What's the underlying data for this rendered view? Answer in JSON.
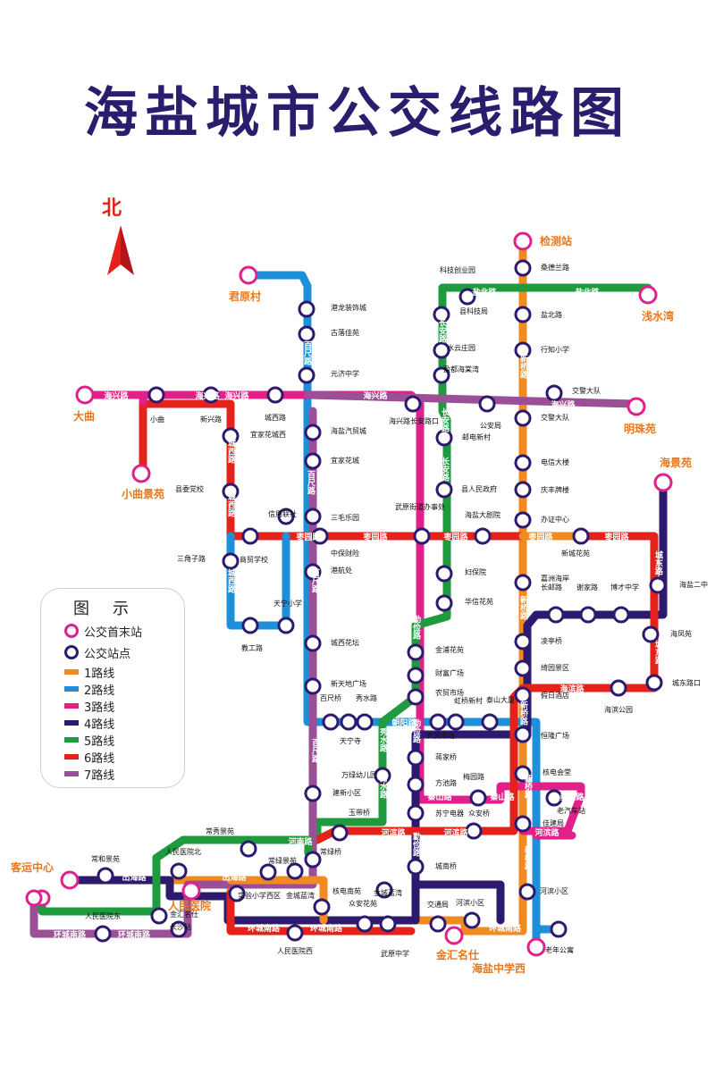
{
  "title": "海盐城市公交线路图",
  "north": "北",
  "legend": {
    "title": "图示",
    "terminal": "公交首末站",
    "stop": "公交站点",
    "lines": [
      {
        "label": "1路线",
        "color": "#f08a21"
      },
      {
        "label": "2路线",
        "color": "#1e90d8"
      },
      {
        "label": "3路线",
        "color": "#e0218a"
      },
      {
        "label": "4路线",
        "color": "#2d1a6e"
      },
      {
        "label": "5路线",
        "color": "#1f9a3e"
      },
      {
        "label": "6路线",
        "color": "#e3231b"
      },
      {
        "label": "7路线",
        "color": "#9b4f96"
      }
    ]
  },
  "colors": {
    "line1": "#f08a21",
    "line2": "#1e90d8",
    "line3": "#e0218a",
    "line4": "#2d1a6e",
    "line5": "#1f9a3e",
    "line6": "#e3231b",
    "line7": "#9b4f96",
    "terminal": "#e0218a",
    "stop": "#2d1a6e",
    "title": "#2a1d6e",
    "north": "#e2231a",
    "terminal_label": "#e8781e"
  },
  "map": {
    "terminals": [
      "检测站",
      "君原村",
      "浅水湾",
      "大曲",
      "明珠苑",
      "小曲景苑",
      "海景苑",
      "客运中心",
      "人民医院",
      "金汇名仕",
      "海盐中学西"
    ],
    "road_labels": [
      "盐北路",
      "盐北路",
      "长安路",
      "新桥路",
      "海兴路",
      "海兴路",
      "海兴路",
      "海兴路",
      "海兴路",
      "百尺路",
      "百尺路",
      "百尺路",
      "百尺路",
      "城西路",
      "城西路",
      "城西路",
      "长安路",
      "长安路",
      "枣园路",
      "枣园路",
      "枣园路",
      "枣园路",
      "枣园路",
      "城东路",
      "城东路",
      "勤俭路",
      "勤俭路",
      "勤俭路",
      "朝阳路",
      "秀水路",
      "秀水路",
      "海滨路",
      "新桥路",
      "新桥路",
      "新桥路",
      "新桥路",
      "秦山路",
      "秦山路",
      "秦山路",
      "河滨路",
      "河滨路",
      "河滨路",
      "出海路",
      "出海路",
      "环城南路",
      "环城南路",
      "环城南路",
      "环城南路",
      "环城南路",
      "河南路"
    ],
    "stop_labels": [
      "科技创业园",
      "县科技局",
      "水云庄园",
      "盈都海棠湾",
      "桑德兰路",
      "盐北路",
      "行知小学",
      "港龙装饰城",
      "古落佳苑",
      "元济中学",
      "交警大队",
      "交警大队",
      "小曲",
      "新兴路",
      "城西路",
      "海兴路长安路口",
      "公安局",
      "海盐汽贸城",
      "邮电新村",
      "宜家花城西",
      "宜家花城",
      "电信大楼",
      "县委党校",
      "县人民政府",
      "庆丰牌楼",
      "信用联社",
      "三毛乐园",
      "武原街道办事处",
      "海盐大剧院",
      "办证中心",
      "三角子路",
      "商贸学校",
      "中保财险",
      "新城花苑",
      "港航处",
      "妇保院",
      "嘉洲海岸",
      "长邮路",
      "谢家路",
      "博才中学",
      "海盐二中",
      "天宁小学",
      "华信花苑",
      "教工路",
      "城西花坛",
      "金浦花苑",
      "凌亭桥",
      "海凤苑",
      "财富广场",
      "绮园景区",
      "新天地广场",
      "农贸市场",
      "虹桥新村",
      "泰山大厦",
      "假日酒店",
      "海滨公园",
      "城东路口",
      "百尺桥",
      "秀水路",
      "天宁寺",
      "农贸市场",
      "恒隆广场",
      "蒋家桥",
      "万绿幼儿园",
      "核电会堂",
      "方池路",
      "梅园路",
      "建新小区",
      "老汽车站",
      "苏宁电器",
      "众安桥",
      "玉带桥",
      "佳建局",
      "常秀景苑",
      "人民医院北",
      "常和景苑",
      "城南桥",
      "常绿桥",
      "常绿景苑",
      "核电南苑",
      "实验小学西区",
      "金城蓝湾",
      "金城蓝湾",
      "河滨小区",
      "众安花苑",
      "交通局",
      "河滨小区",
      "金汇名仕",
      "人民医院东",
      "长沙站",
      "人民医院西",
      "武原中学",
      "老年公寓",
      "海盐中学"
    ]
  }
}
